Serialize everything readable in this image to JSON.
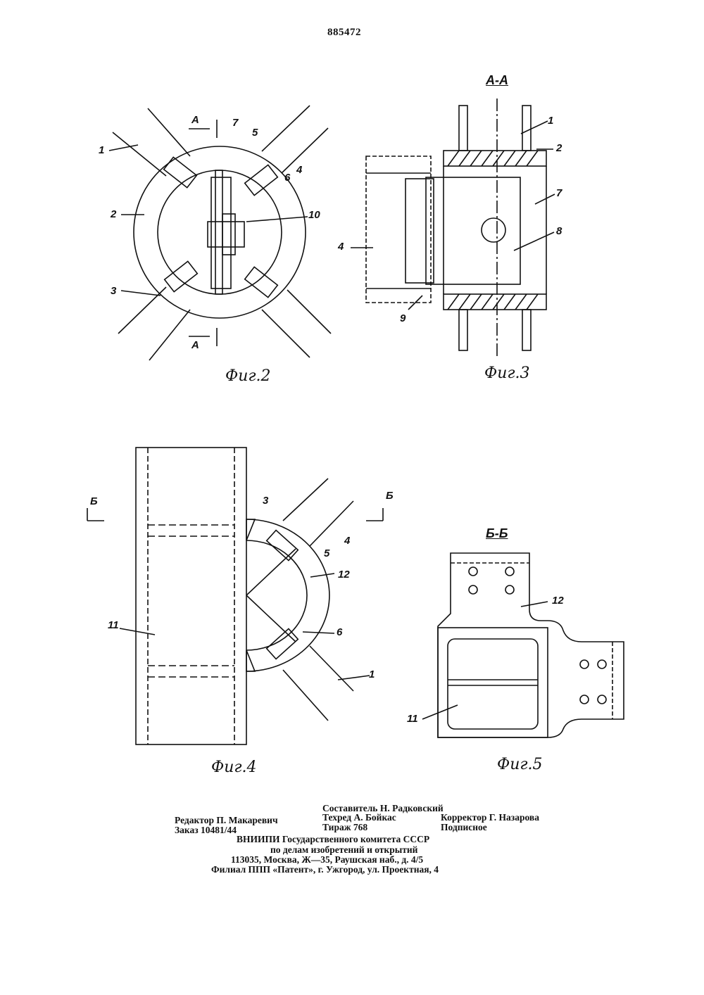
{
  "patent_number": "885472",
  "figures": [
    {
      "caption": "Фиг.2",
      "section_marks": [
        "А",
        "А"
      ],
      "callouts": [
        "1",
        "2",
        "3",
        "4",
        "5",
        "6",
        "7",
        "10"
      ]
    },
    {
      "caption": "Фиг.3",
      "section_title": "А-А",
      "callouts": [
        "1",
        "2",
        "7",
        "8",
        "4",
        "9"
      ]
    },
    {
      "caption": "Фиг.4",
      "section_marks": [
        "Б",
        "Б"
      ],
      "callouts": [
        "3",
        "4",
        "5",
        "12",
        "11",
        "6",
        "1"
      ]
    },
    {
      "caption": "Фиг.5",
      "section_title": "Б-Б",
      "callouts": [
        "12",
        "11"
      ]
    }
  ],
  "imprint": {
    "compiler": "Составитель Н. Радковский",
    "editor": "Редактор П. Макаревич",
    "techred": "Техред А. Бойкас",
    "corrector": "Корректор Г. Назарова",
    "order": "Заказ 10481/44",
    "circulation": "Тираж 768",
    "subscription": "Подписное",
    "org_line1": "ВНИИПИ Государственного комитета СССР",
    "org_line2": "по делам изобретений и открытий",
    "address": "113035, Москва, Ж—35, Раушская наб., д. 4/5",
    "branch": "Филиал ППП «Патент», г. Ужгород, ул. Проектная, 4"
  }
}
